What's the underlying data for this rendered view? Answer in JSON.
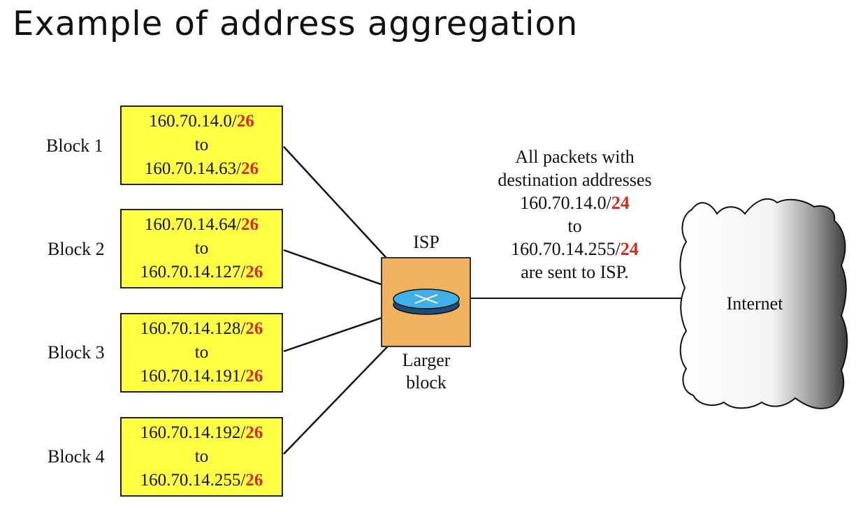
{
  "title": "Example of address aggregation",
  "blocks": [
    {
      "label": "Block 1",
      "start": "160.70.14.0/",
      "start_prefix": "26",
      "to": "to",
      "end": "160.70.14.63/",
      "end_prefix": "26"
    },
    {
      "label": "Block 2",
      "start": "160.70.14.64/",
      "start_prefix": "26",
      "to": "to",
      "end": "160.70.14.127/",
      "end_prefix": "26"
    },
    {
      "label": "Block 3",
      "start": "160.70.14.128/",
      "start_prefix": "26",
      "to": "to",
      "end": "160.70.14.191/",
      "end_prefix": "26"
    },
    {
      "label": "Block 4",
      "start": "160.70.14.192/",
      "start_prefix": "26",
      "to": "to",
      "end": "160.70.14.255/",
      "end_prefix": "26"
    }
  ],
  "isp": {
    "label": "ISP",
    "caption_line1": "Larger",
    "caption_line2": "block"
  },
  "info": {
    "line1": "All packets with",
    "line2": "destination addresses",
    "start": "160.70.14.0/",
    "start_prefix": "24",
    "to": "to",
    "end": "160.70.14.255/",
    "end_prefix": "24",
    "line6": "are sent to ISP."
  },
  "internet": {
    "label": "Internet"
  },
  "colors": {
    "block_fill": "#ffff44",
    "prefix_red": "#d42a1c",
    "isp_fill": "#f0b25e",
    "router_blue": "#3fb0e8"
  }
}
